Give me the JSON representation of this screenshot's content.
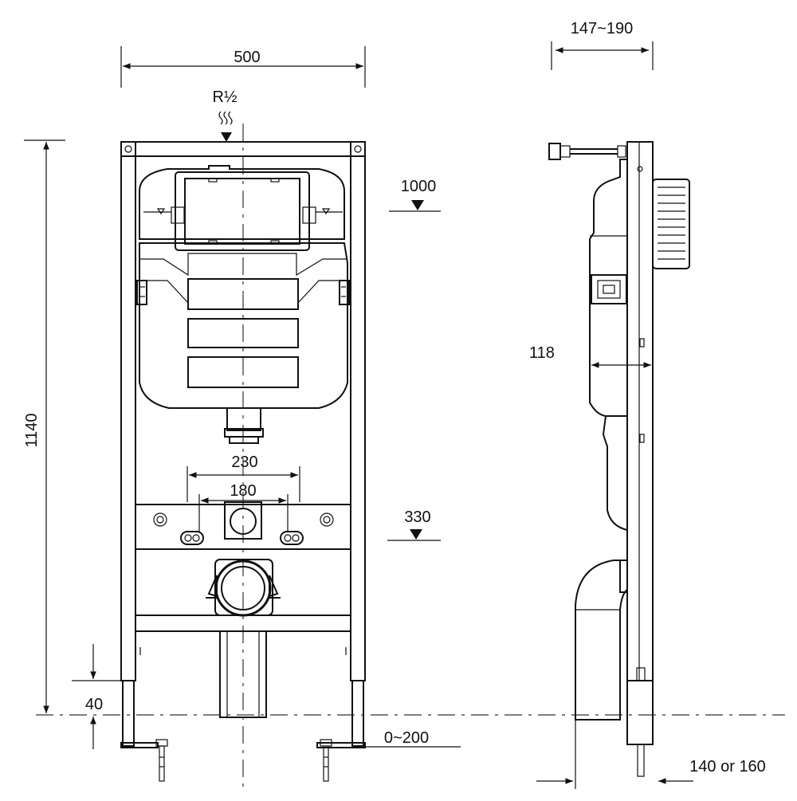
{
  "dimensions": {
    "frame_width": "500",
    "frame_height": "1140",
    "supply": "R½",
    "flush_height": "1000",
    "outlet_spacing_outer": "230",
    "outlet_spacing_inner": "180",
    "outlet_height": "330",
    "foot_offset": "40",
    "leg_extension": "0~200",
    "depth_range": "147~190",
    "cistern_depth": "118",
    "pipe_diameter": "140 or 160"
  }
}
